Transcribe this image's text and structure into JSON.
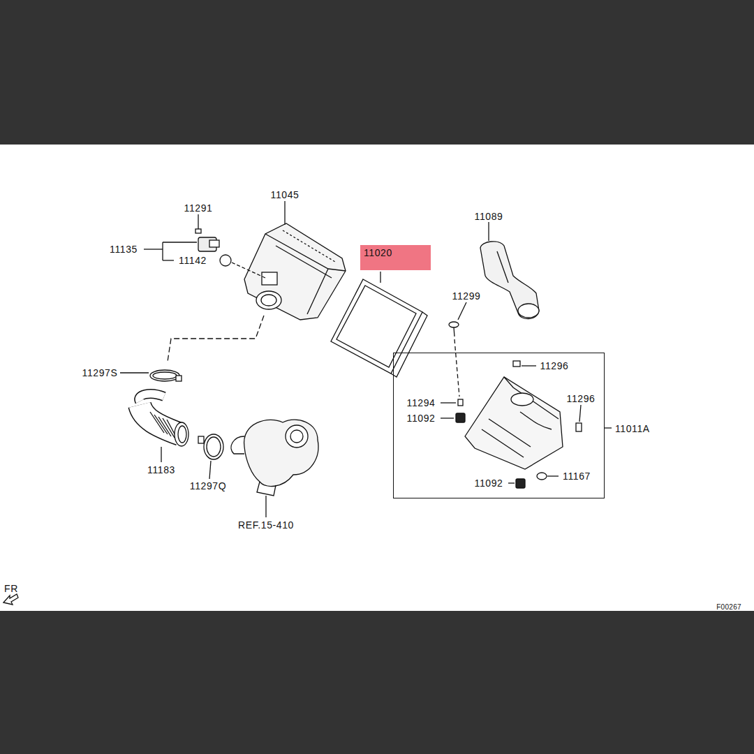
{
  "diagram": {
    "nodes": [
      {
        "text": [
          "11020"
        ]
      },
      {
        "text": [
          "11011A"
        ]
      }
    ],
    "labels": [
      "11291",
      "11045",
      "11135",
      "11142",
      "11089",
      "11299",
      "11297S",
      "11296",
      "11294",
      "11296",
      "11092",
      "11092",
      "11167",
      "11183",
      "11297Q",
      "REF.15-410",
      "FR",
      "F00267"
    ]
  }
}
